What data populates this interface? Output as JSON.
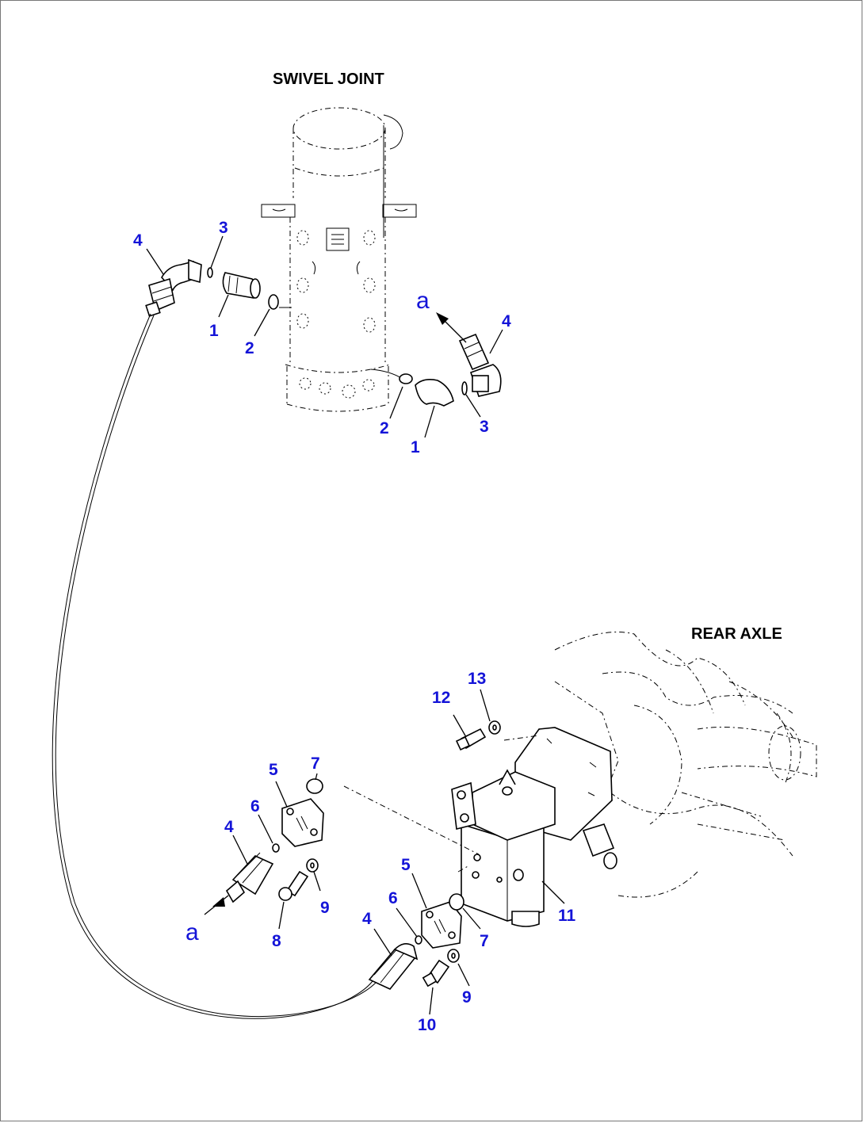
{
  "headings": {
    "swivel_joint": "SWIVEL JOINT",
    "rear_axle": "REAR AXLE"
  },
  "callouts": {
    "sj_left_4": "4",
    "sj_left_3": "3",
    "sj_left_1": "1",
    "sj_left_2": "2",
    "sj_right_a": "a",
    "sj_right_4": "4",
    "sj_right_2": "2",
    "sj_right_1": "1",
    "sj_right_3": "3",
    "ra_12": "12",
    "ra_13": "13",
    "ra_5_upper": "5",
    "ra_7_upper": "7",
    "ra_6_upper": "6",
    "ra_4_upper": "4",
    "ra_9_upper": "9",
    "ra_8": "8",
    "ra_a": "a",
    "ra_5_lower": "5",
    "ra_6_lower": "6",
    "ra_7_lower": "7",
    "ra_11": "11",
    "ra_4_lower": "4",
    "ra_9_lower": "9",
    "ra_10": "10"
  },
  "colors": {
    "callout": "#1414d8",
    "linework": "#000000",
    "background": "#ffffff"
  }
}
